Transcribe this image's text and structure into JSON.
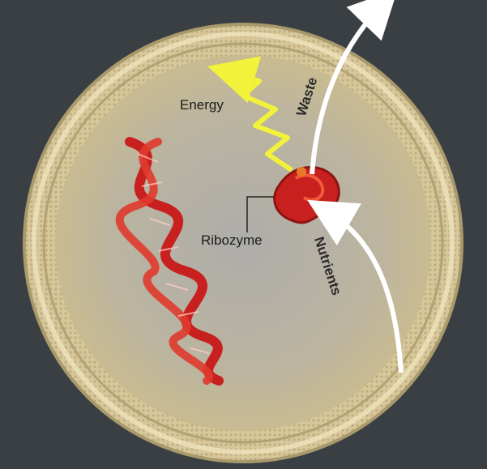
{
  "labels": {
    "energy": "Energy",
    "ribozyme": "Ribozyme",
    "waste": "Waste",
    "nutrients": "Nutrients"
  },
  "colors": {
    "background": "#3a3f44",
    "membrane": "#c9b98f",
    "interior": "#bdb6a4",
    "rna": "#c8201e",
    "energy_arrow": "#f3f23a",
    "flow_arrows": "#ffffff"
  }
}
